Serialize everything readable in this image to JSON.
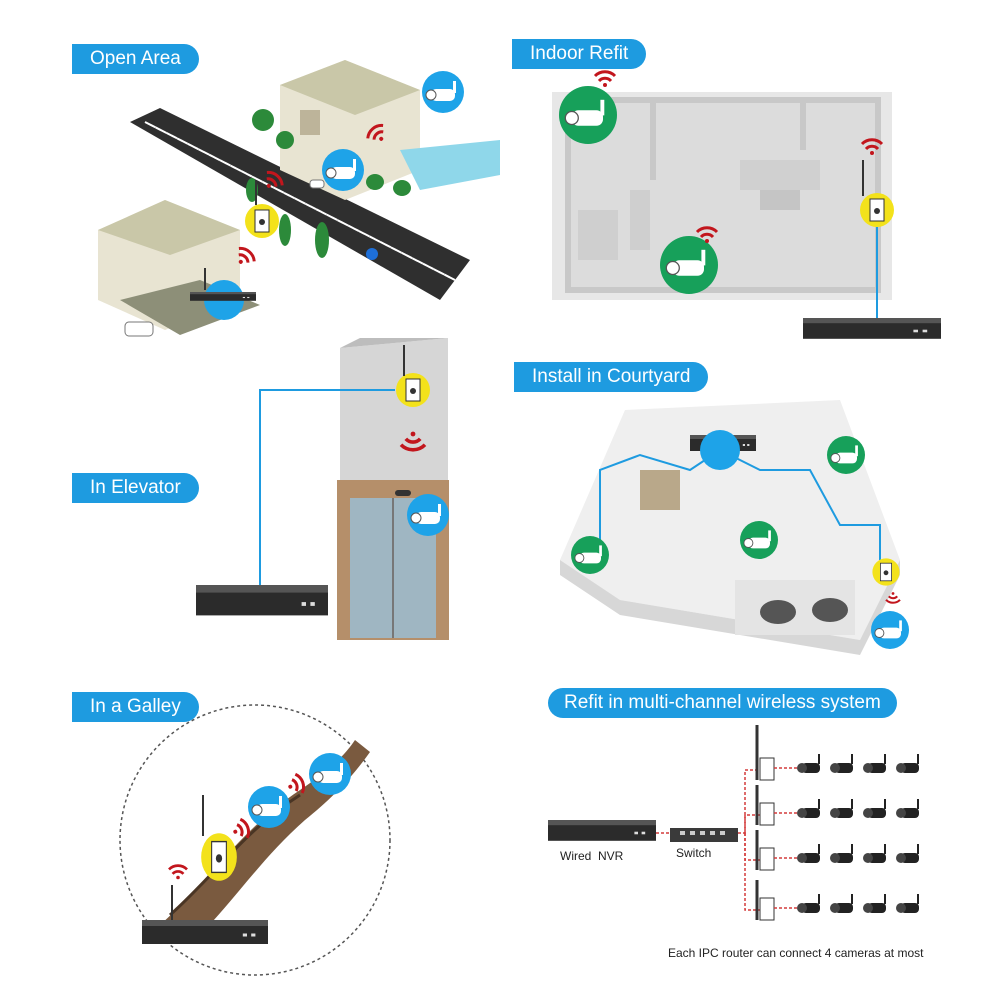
{
  "sections": {
    "open_area": "Open Area",
    "indoor_refit": "Indoor Refit",
    "in_elevator": "In Elevator",
    "install_courtyard": "Install in Courtyard",
    "in_galley": "In a Galley",
    "multi_channel": "Refit in multi-channel wireless system"
  },
  "diagram": {
    "wired_nvr_label": "Wired  NVR",
    "switch_label": "Switch",
    "footnote": "Each IPC router can connect 4 cameras at most"
  },
  "colors": {
    "label_blue": "#1e9be0",
    "camera_blue": "#1ea3e8",
    "camera_green": "#17a05a",
    "router_yellow": "#f3e21b",
    "signal_red": "#c2161d",
    "cable_blue": "#1e9be0",
    "dashed_red": "#d43b3b",
    "nvr_black": "#2b2b2b"
  },
  "icons": [
    "camera-icon",
    "router-icon",
    "nvr-icon",
    "switch-icon",
    "wifi-signal-icon"
  ]
}
